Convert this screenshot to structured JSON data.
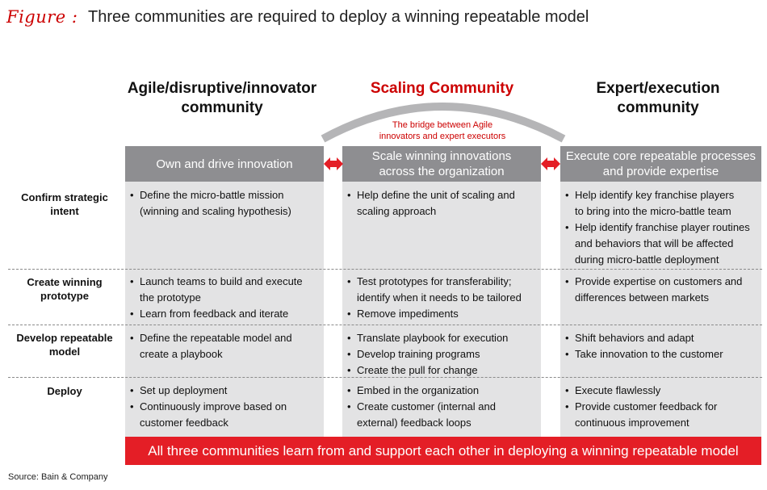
{
  "figure": {
    "label": "Figure :",
    "title": "Three communities are required to deploy a winning repeatable model"
  },
  "bridge": {
    "title": "Scaling Community",
    "caption_line1": "The bridge between Agile",
    "caption_line2": "innovators and expert executors"
  },
  "columns": [
    {
      "head_line1": "Agile/disruptive/innovator",
      "head_line2": "community",
      "header_line1": "Own and drive innovation",
      "header_line2": "",
      "cells": [
        [
          "Define the micro-battle mission",
          "(winning and scaling hypothesis)"
        ],
        [
          "Launch teams to build and execute",
          "the prototype",
          "Learn from feedback and iterate"
        ],
        [
          "Define the repeatable model and",
          "create a playbook"
        ],
        [
          "Set up deployment",
          "Continuously improve based on",
          "customer feedback"
        ]
      ]
    },
    {
      "head_line1": "",
      "head_line2": "",
      "header_line1": "Scale winning innovations",
      "header_line2": "across the organization",
      "cells": [
        [
          "Help define the unit of scaling and",
          "scaling approach"
        ],
        [
          "Test prototypes for transferability;",
          "identify when it needs to be tailored",
          "Remove impediments"
        ],
        [
          "Translate playbook for execution",
          "Develop training programs",
          "Create the pull for change"
        ],
        [
          "Embed in the organization",
          "Create customer (internal and",
          "external) feedback loops"
        ]
      ]
    },
    {
      "head_line1": "Expert/execution",
      "head_line2": "community",
      "header_line1": "Execute core repeatable processes",
      "header_line2": "and provide expertise",
      "cells": [
        [
          "Help identify key franchise players",
          "to bring into the micro-battle team",
          "Help identify franchise player routines",
          "and behaviors that will be affected",
          "during micro-battle deployment"
        ],
        [
          "Provide expertise on customers and",
          "differences between markets"
        ],
        [
          "Shift behaviors and adapt",
          "Take innovation to the customer"
        ],
        [
          "Execute flawlessly",
          "Provide customer feedback for",
          "continuous improvement"
        ]
      ]
    }
  ],
  "rows": [
    {
      "line1": "Confirm strategic",
      "line2": "intent"
    },
    {
      "line1": "Create winning",
      "line2": "prototype"
    },
    {
      "line1": "Develop repeatable",
      "line2": "model"
    },
    {
      "line1": "Deploy",
      "line2": ""
    }
  ],
  "banner": "All three communities learn from and support each other in deploying a winning repeatable model",
  "source": "Source: Bain & Company",
  "colors": {
    "accent_red": "#e41e26",
    "header_gray": "#8e8e91",
    "column_gray": "#e3e3e4",
    "arc_gray": "#b5b5b7"
  }
}
